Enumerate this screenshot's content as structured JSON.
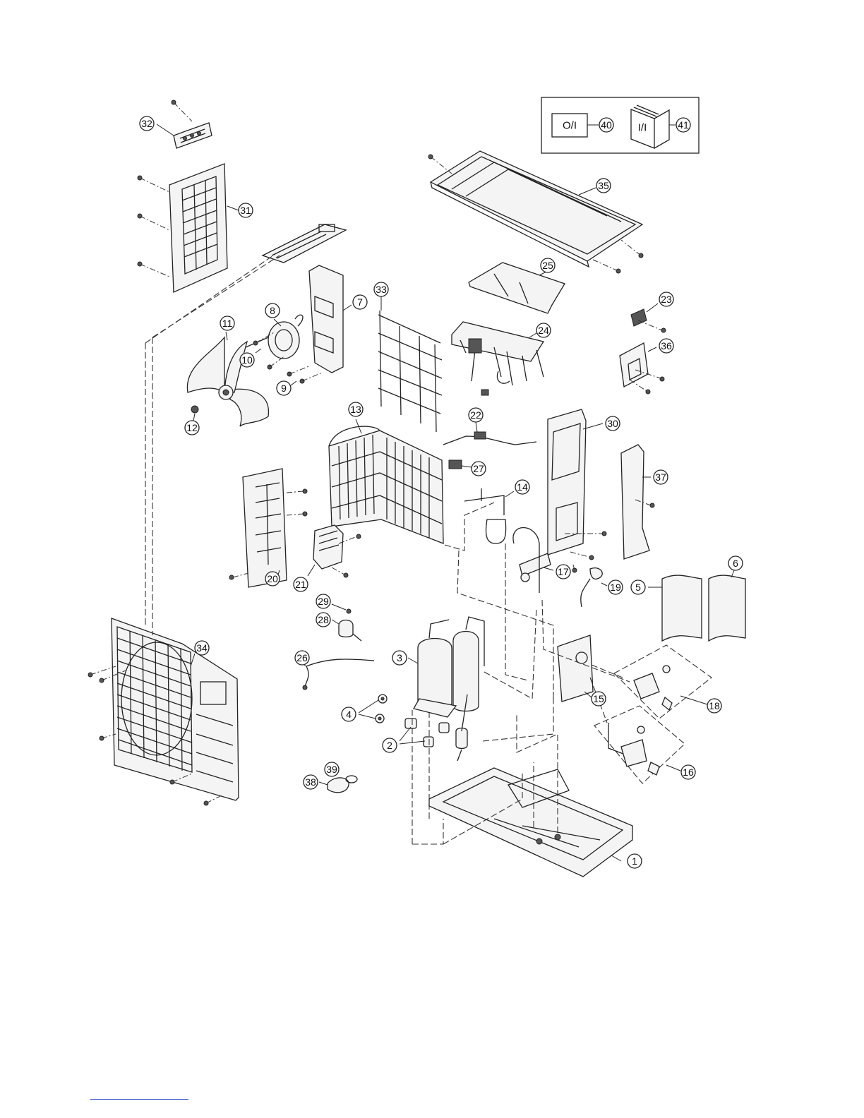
{
  "diagram": {
    "callouts": [
      "1",
      "2",
      "3",
      "4",
      "5",
      "6",
      "7",
      "8",
      "9",
      "10",
      "11",
      "12",
      "13",
      "14",
      "15",
      "16",
      "17",
      "18",
      "19",
      "20",
      "21",
      "22",
      "23",
      "24",
      "25",
      "26",
      "27",
      "28",
      "29",
      "30",
      "31",
      "32",
      "33",
      "34",
      "35",
      "36",
      "37",
      "38",
      "39",
      "40",
      "41"
    ],
    "documents": {
      "owner_instructions": "O/I",
      "installation_instructions": "I/I"
    }
  }
}
